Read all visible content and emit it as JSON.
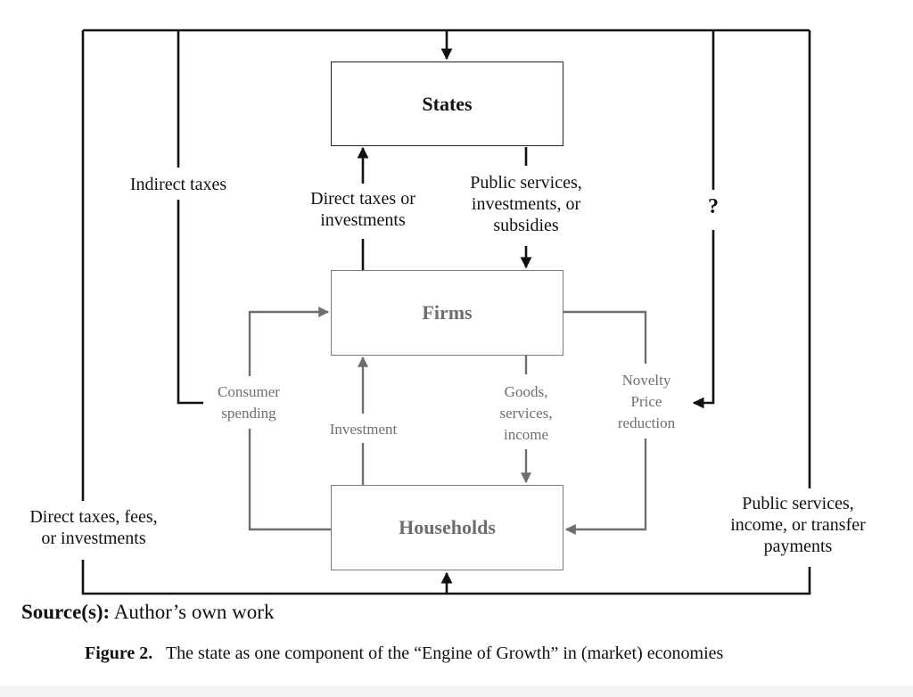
{
  "figure": {
    "number_label": "Figure 2.",
    "caption_text": "The state as one component of the “Engine of Growth” in (market) economies",
    "source_label": "Source(s):",
    "source_text": "Author’s own work"
  },
  "nodes": {
    "states": "States",
    "firms": "Firms",
    "households": "Households"
  },
  "flows": {
    "indirect_taxes": "Indirect taxes",
    "direct_taxes_firms": [
      "Direct taxes or",
      "investments"
    ],
    "public_services_firms": [
      "Public services,",
      "investments, or",
      "subsidies"
    ],
    "unknown_flow": "?",
    "consumer_spending": [
      "Consumer",
      "spending"
    ],
    "investment": "Investment",
    "goods_services_income": [
      "Goods,",
      "services,",
      "income"
    ],
    "novelty_price_reduction": [
      "Novelty",
      "Price",
      "reduction"
    ],
    "direct_taxes_households": [
      "Direct taxes, fees,",
      "or investments"
    ],
    "public_services_households": [
      "Public services,",
      "income, or transfer",
      "payments"
    ]
  },
  "colors": {
    "state_flow": "#111111",
    "market_flow": "#6e6e6e"
  }
}
